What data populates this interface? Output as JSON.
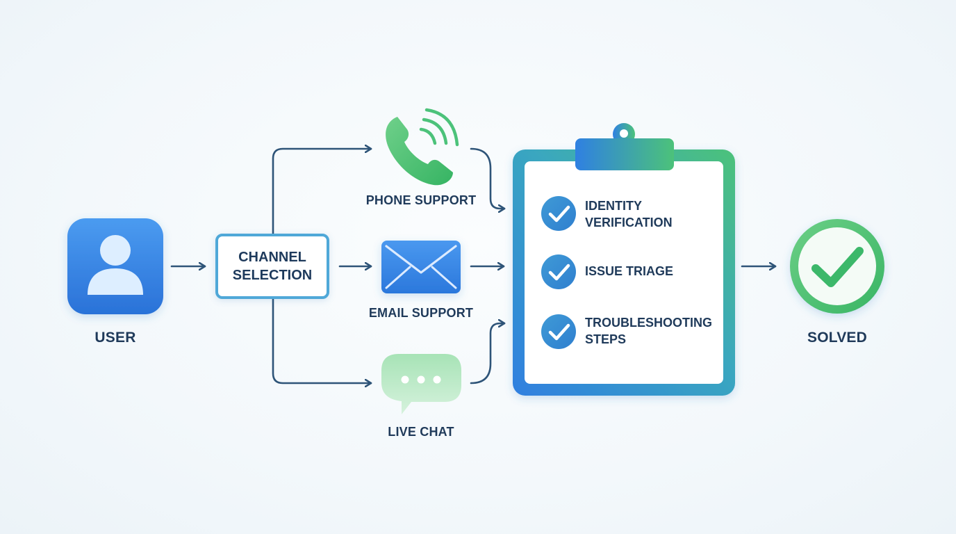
{
  "nodes": {
    "user": "USER",
    "channel_selection": [
      "CHANNEL",
      "SELECTION"
    ],
    "phone_support": "PHONE SUPPORT",
    "email_support": "EMAIL SUPPORT",
    "live_chat": "LIVE CHAT",
    "solved": "SOLVED"
  },
  "checklist": [
    [
      "IDENTITY",
      "VERIFICATION"
    ],
    [
      "ISSUE TRIAGE"
    ],
    [
      "TROUBLESHOOTING",
      "STEPS"
    ]
  ],
  "icons": {
    "user": "user-avatar-icon",
    "phone": "phone-icon",
    "email": "envelope-icon",
    "chat": "chat-bubble-icon",
    "clipboard": "clipboard-icon",
    "check": "check-circle-icon",
    "solved": "check-circle-icon"
  },
  "colors": {
    "blue": "#2f7fe0",
    "light_blue": "#4fa8d8",
    "green": "#3cb86a",
    "arrow": "#2e5478",
    "text": "#1f3a5a"
  }
}
